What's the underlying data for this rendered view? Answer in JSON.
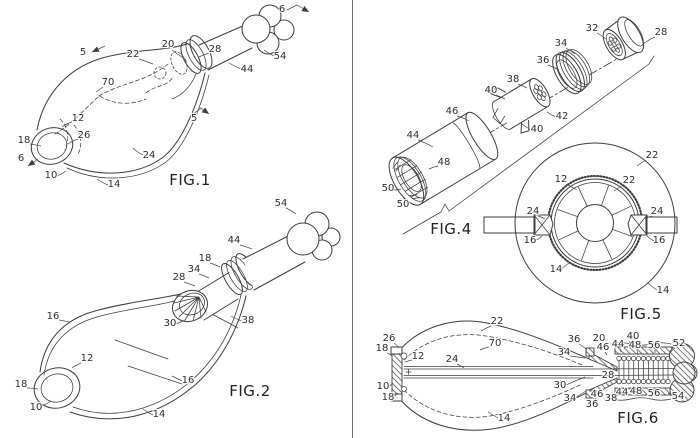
{
  "page": {
    "background_color": "#ffffff",
    "line_color": "#3d3d3d",
    "text_color": "#2e2e2e"
  },
  "figures": [
    {
      "id": "fig1",
      "caption": "FIG.1",
      "labels": [
        "6",
        "5",
        "22",
        "20",
        "28",
        "54",
        "44",
        "70",
        "5",
        "12",
        "26",
        "18",
        "24",
        "6",
        "10",
        "14"
      ]
    },
    {
      "id": "fig2",
      "caption": "FIG.2",
      "labels": [
        "54",
        "44",
        "18",
        "34",
        "28",
        "16",
        "30",
        "38",
        "12",
        "16",
        "18",
        "10",
        "14"
      ]
    },
    {
      "id": "fig4",
      "caption": "FIG.4",
      "labels": [
        "32",
        "28",
        "34",
        "36",
        "38",
        "40",
        "42",
        "40",
        "46",
        "44",
        "48",
        "50",
        "50"
      ]
    },
    {
      "id": "fig5",
      "caption": "FIG.5",
      "labels": [
        "22",
        "12",
        "22",
        "24",
        "24",
        "16",
        "16",
        "14",
        "14"
      ]
    },
    {
      "id": "fig6",
      "caption": "FIG.6",
      "labels": [
        "22",
        "70",
        "26",
        "18",
        "12",
        "24",
        "10",
        "18",
        "14",
        "30",
        "36",
        "34",
        "20",
        "46",
        "44",
        "40",
        "48",
        "56",
        "52",
        "28",
        "34",
        "36",
        "46",
        "38",
        "44",
        "48",
        "56",
        "54"
      ]
    }
  ]
}
